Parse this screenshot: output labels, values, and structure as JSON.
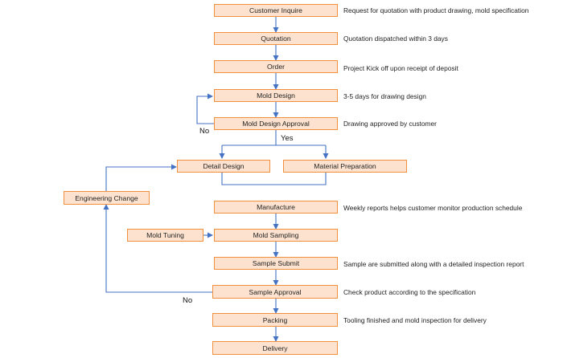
{
  "colors": {
    "node_fill": "#fde3cf",
    "node_border": "#f0903c",
    "connector": "#4472c4"
  },
  "flowchart": {
    "nodes": {
      "customer_inquire": "Customer Inquire",
      "quotation": "Quotation",
      "order": "Order",
      "mold_design": "Mold Design",
      "mold_design_approval": "Mold Design Approval",
      "detail_design": "Detail Design",
      "material_preparation": "Material Preparation",
      "engineering_change": "Engineering Change",
      "manufacture": "Manufacture",
      "mold_tuning": "Mold Tuning",
      "mold_sampling": "Mold Sampling",
      "sample_submit": "Sample Submit",
      "sample_approval": "Sample Approval",
      "packing": "Packing",
      "delivery": "Delivery"
    },
    "notes": {
      "customer_inquire": "Request for quotation with product drawing, mold specification",
      "quotation": "Quotation dispatched within 3 days",
      "order": "Project Kick off upon receipt of deposit",
      "mold_design": "3-5 days for drawing design",
      "mold_design_approval": "Drawing approved by customer",
      "manufacture": "Weekly reports helps customer monitor production schedule",
      "sample_submit": "Sample are submitted along with a detailed inspection report",
      "sample_approval": "Check product according to the specification",
      "packing": "Tooling finished and mold inspection for delivery"
    },
    "branches": {
      "design_no": "No",
      "design_yes": "Yes",
      "sample_no": "No"
    }
  }
}
